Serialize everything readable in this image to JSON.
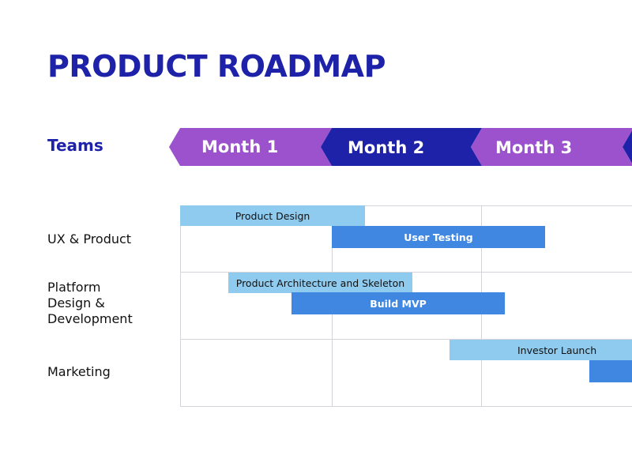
{
  "title": "PRODUCT ROADMAP",
  "teams_label": "Teams",
  "months": [
    {
      "label": "Month 1",
      "color": "#9b52cc"
    },
    {
      "label": "Month 2",
      "color": "#1e22a8"
    },
    {
      "label": "Month 3",
      "color": "#9b52cc"
    },
    {
      "label": "",
      "color": "#1e22a8"
    }
  ],
  "rows": [
    {
      "label": "UX & Product"
    },
    {
      "label": "Platform Design & Development"
    },
    {
      "label": "Marketing"
    }
  ],
  "tasks": [
    {
      "label": "Product Design",
      "style": "light"
    },
    {
      "label": "User Testing",
      "style": "dark"
    },
    {
      "label": "Product Architecture and Skeleton",
      "style": "light"
    },
    {
      "label": "Build MVP",
      "style": "dark"
    },
    {
      "label": "Investor Launch",
      "style": "light"
    },
    {
      "label": "",
      "style": "dark"
    }
  ],
  "colors": {
    "title": "#1e22a8",
    "bar_light": "#8ecbef",
    "bar_dark": "#3f87e0",
    "grid": "#d4d4da"
  }
}
